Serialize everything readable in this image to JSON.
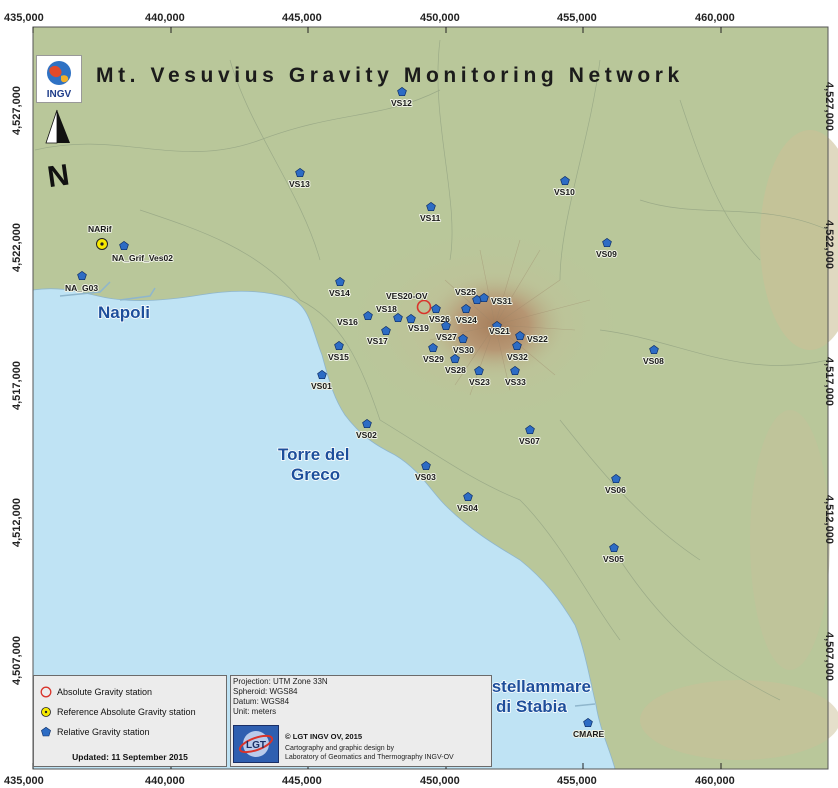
{
  "title": "Mt. Vesuvius Gravity Monitoring Network",
  "top_coords": [
    "435,000",
    "440,000",
    "445,000",
    "450,000",
    "455,000",
    "460,000"
  ],
  "bottom_coords": [
    "435,000",
    "440,000",
    "445,000",
    "450,000",
    "455,000",
    "460,000"
  ],
  "left_coords": [
    "4,527,000",
    "4,522,000",
    "4,517,000",
    "4,512,000",
    "4,507,000"
  ],
  "right_coords": [
    "4,527,000",
    "4,522,000",
    "4,517,000",
    "4,512,000",
    "4,507,000"
  ],
  "north_arrow": "N",
  "places": [
    "Napoli",
    "Torre del",
    "Greco",
    "Castellammare",
    "di Stabia"
  ],
  "reference_station": "NARif",
  "absolute_station": "VES20-OV",
  "stations": [
    "VS12",
    "VS13",
    "VS11",
    "VS10",
    "VS09",
    "VS14",
    "VS25",
    "VS31",
    "VS18",
    "VS26",
    "VS16",
    "VS19",
    "VS24",
    "VS21",
    "VS22",
    "VS17",
    "VS27",
    "VS30",
    "VS32",
    "VS15",
    "VS29",
    "VS08",
    "VS28",
    "VS23",
    "VS33",
    "VS01",
    "VS02",
    "VS07",
    "VS03",
    "VS06",
    "VS04",
    "VS05",
    "CMARE",
    "NA_Grif_Ves02",
    "NA_G03"
  ],
  "legend": {
    "absolute": "Absolute Gravity station",
    "reference": "Reference Absolute Gravity station",
    "relative": "Relative Gravity station",
    "updated": "Updated: 11 September 2015"
  },
  "projection": {
    "line1": "Projection: UTM Zone 33N",
    "line2": "Spheroid: WGS84",
    "line3": "Datum: WGS84",
    "line4": "Unit: meters",
    "copyright": "© LGT INGV OV, 2015",
    "credit1": "Cartography and graphic design by",
    "credit2": "Laboratory of Geomatics and Thermography INGV-OV"
  },
  "logos": {
    "ingv": "INGV",
    "lgt": "LGT"
  },
  "colors": {
    "sea": "#bfe3f4",
    "land": "#b9c79a",
    "volcano": "#b89a78",
    "station": "#2d6cc4",
    "absolute": "#d9342b",
    "reference": "#f6e900",
    "city_label": "#1d4e9b"
  }
}
